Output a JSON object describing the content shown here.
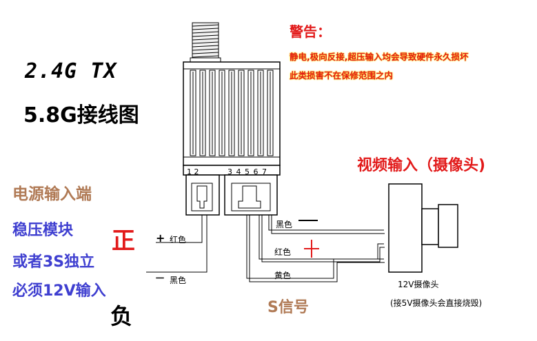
{
  "header": {
    "title_tx": "2.4G TX",
    "title_wiring": "5.8G接线图"
  },
  "warning": {
    "title": "警告：",
    "line1": "静电,极向反接,超压输入均会导致硬件永久损坏",
    "line2": "此类损害不在保修范围之内"
  },
  "power": {
    "label": "电源输入端",
    "reg_line1": "稳压模块",
    "reg_line2": "或者3S独立",
    "reg_line3": "必须12V输入",
    "positive_sign": "正",
    "negative_sign": "负"
  },
  "wires": {
    "plus_symbol": "+",
    "red_left": "红色",
    "minus_symbol": "一",
    "black_left": "黑色",
    "black_right": "黑色",
    "red_right": "红色",
    "yellow": "黄色"
  },
  "connector": {
    "pins_left": "1 2",
    "pins_right": "3 4 5 6 7"
  },
  "video": {
    "title": "视频输入（摄像头)",
    "camera_label": "12V摄像头",
    "camera_note": "(接5V摄像头会直接烧毁)"
  },
  "signal": {
    "label": "S信号"
  },
  "colors": {
    "red": "#e21a1a",
    "blue": "#3f3fd0",
    "brown": "#b07a55",
    "warning_glow": "#ffe000"
  }
}
